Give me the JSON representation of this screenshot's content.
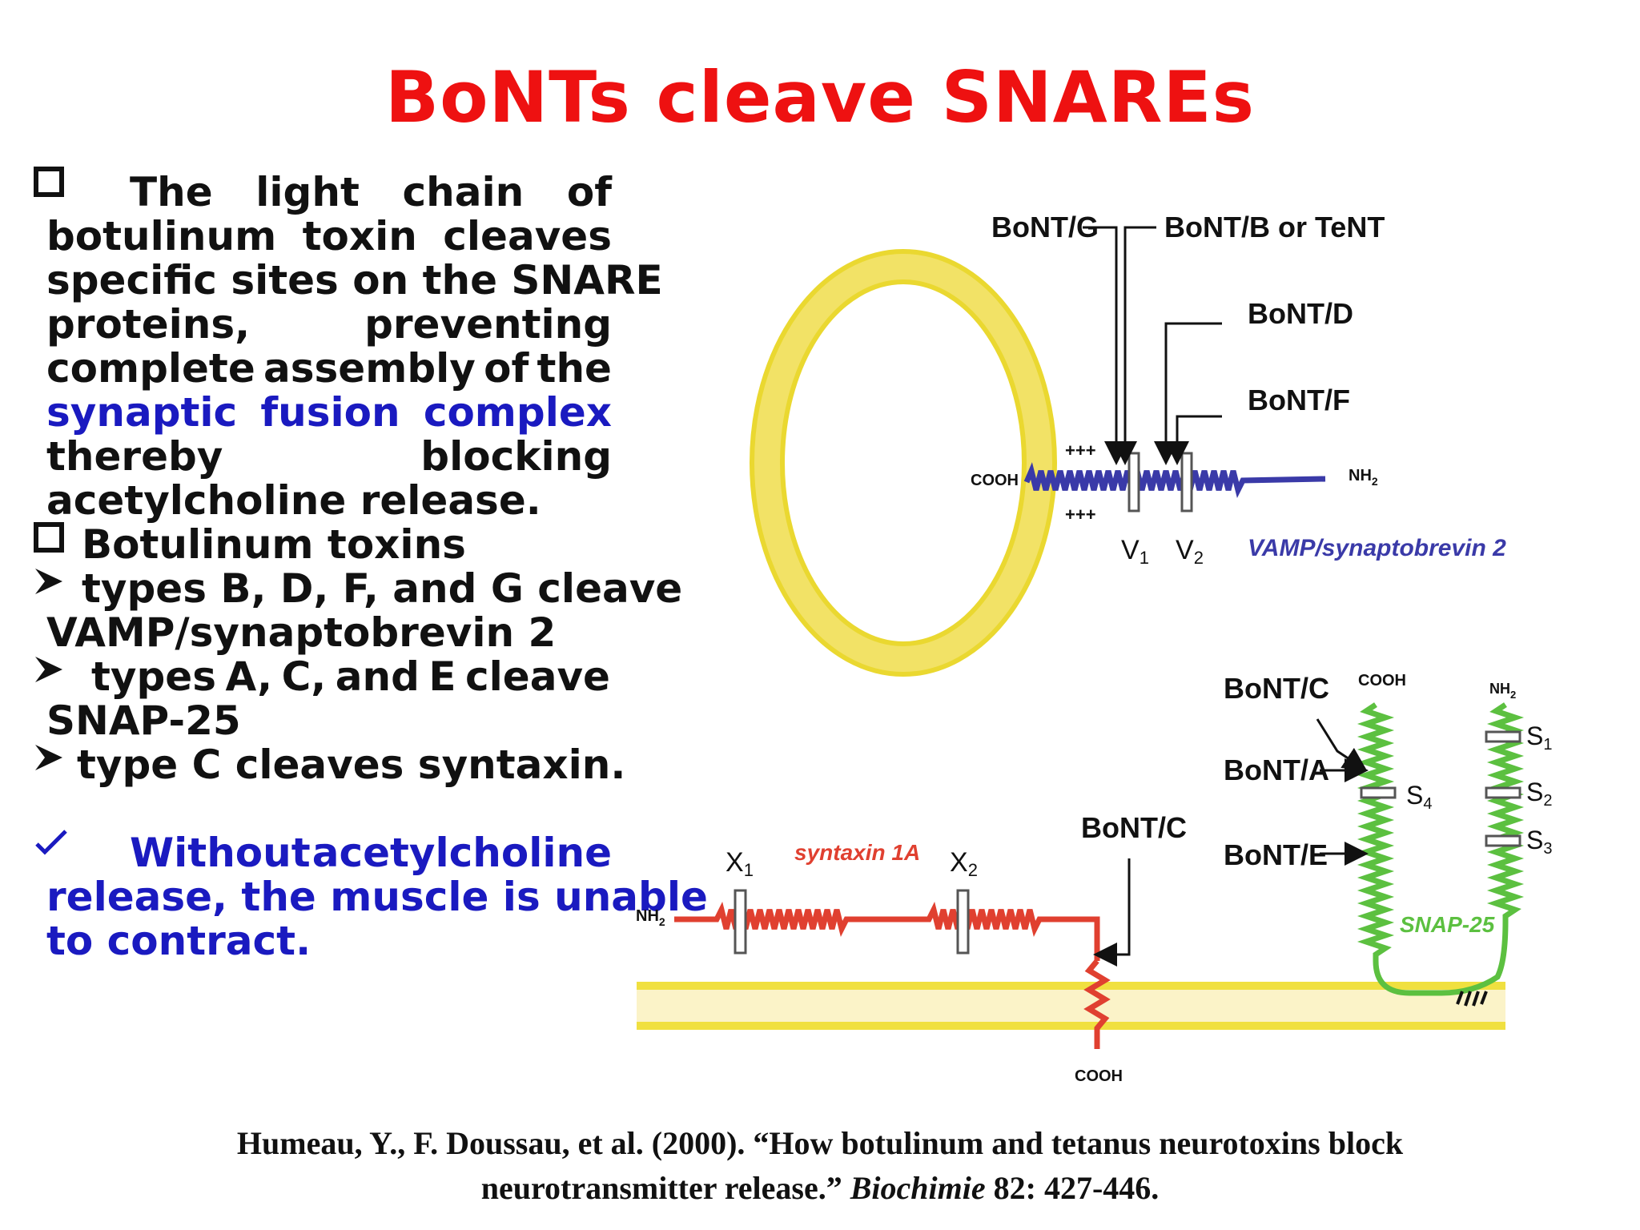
{
  "title": "BoNTs cleave SNAREs",
  "text": {
    "p1": {
      "l1": [
        "The",
        "light",
        "chain",
        "of"
      ],
      "l2": [
        "botulinum",
        "toxin",
        "cleaves"
      ],
      "l3": "specific sites on the SNARE",
      "l4": [
        "proteins,",
        "preventing"
      ],
      "l5": [
        "complete",
        "assembly",
        "of",
        "the"
      ],
      "l6": [
        "synaptic",
        "fusion",
        "complex"
      ],
      "l7": [
        "thereby",
        "blocking"
      ],
      "l8": "acetylcholine release."
    },
    "p2": "Botulinum toxins",
    "b1": {
      "l1": "types B, D, F, and G cleave",
      "l2": "VAMP/synaptobrevin 2"
    },
    "b2": {
      "l1": [
        "types",
        "A,",
        "C,",
        "and",
        "E",
        "cleave"
      ],
      "l2": "SNAP-25"
    },
    "b3": "type C cleaves syntaxin.",
    "note": {
      "l1": [
        "Without",
        "acetylcholine"
      ],
      "l2": "release, the muscle is unable",
      "l3": "to contract."
    }
  },
  "icons": {
    "square": "checkbox-square-icon",
    "arrow": "arrowhead-bullet-icon",
    "check": "checkmark-icon"
  },
  "diagram": {
    "bont_g": "BoNT/G",
    "bont_b_tent": "BoNT/B or TeNT",
    "bont_d": "BoNT/D",
    "bont_f": "BoNT/F",
    "plus_top": "+++",
    "plus_bottom": "+++",
    "vamp_cooh": "COOH",
    "vamp_nh2": "NH",
    "sub2": "2",
    "v1": "V",
    "v1_sub": "1",
    "v2": "V",
    "v2_sub": "2",
    "vamp_name": "VAMP/synaptobrevin 2",
    "bont_c_snap": "BoNT/C",
    "snap_cooh": "COOH",
    "snap_nh2": "NH",
    "bont_a": "BoNT/A",
    "bont_e": "BoNT/E",
    "s1": "S",
    "s1_sub": "1",
    "s2": "S",
    "s2_sub": "2",
    "s3": "S",
    "s3_sub": "3",
    "s4": "S",
    "s4_sub": "4",
    "snap_name": "SNAP-25",
    "x1": "X",
    "x1_sub": "1",
    "x2": "X",
    "x2_sub": "2",
    "syntaxin_name": "syntaxin 1A",
    "bont_c_syn": "BoNT/C",
    "syn_nh2": "NH",
    "syn_cooh": "COOH"
  },
  "citation": {
    "part1": "Humeau, Y., F. Doussau, et al. (2000).  “How botulinum and tetanus neurotoxins block",
    "part2": "neurotransmitter release.”  ",
    "journal": "Biochimie",
    "part3": " 82: 427-446."
  },
  "colors": {
    "title": "#ee1111",
    "blue_text": "#1a1ac0",
    "vamp": "#3a3aa8",
    "syntaxin": "#e04030",
    "snap25": "#5cc040",
    "membrane": "#f0e040"
  }
}
